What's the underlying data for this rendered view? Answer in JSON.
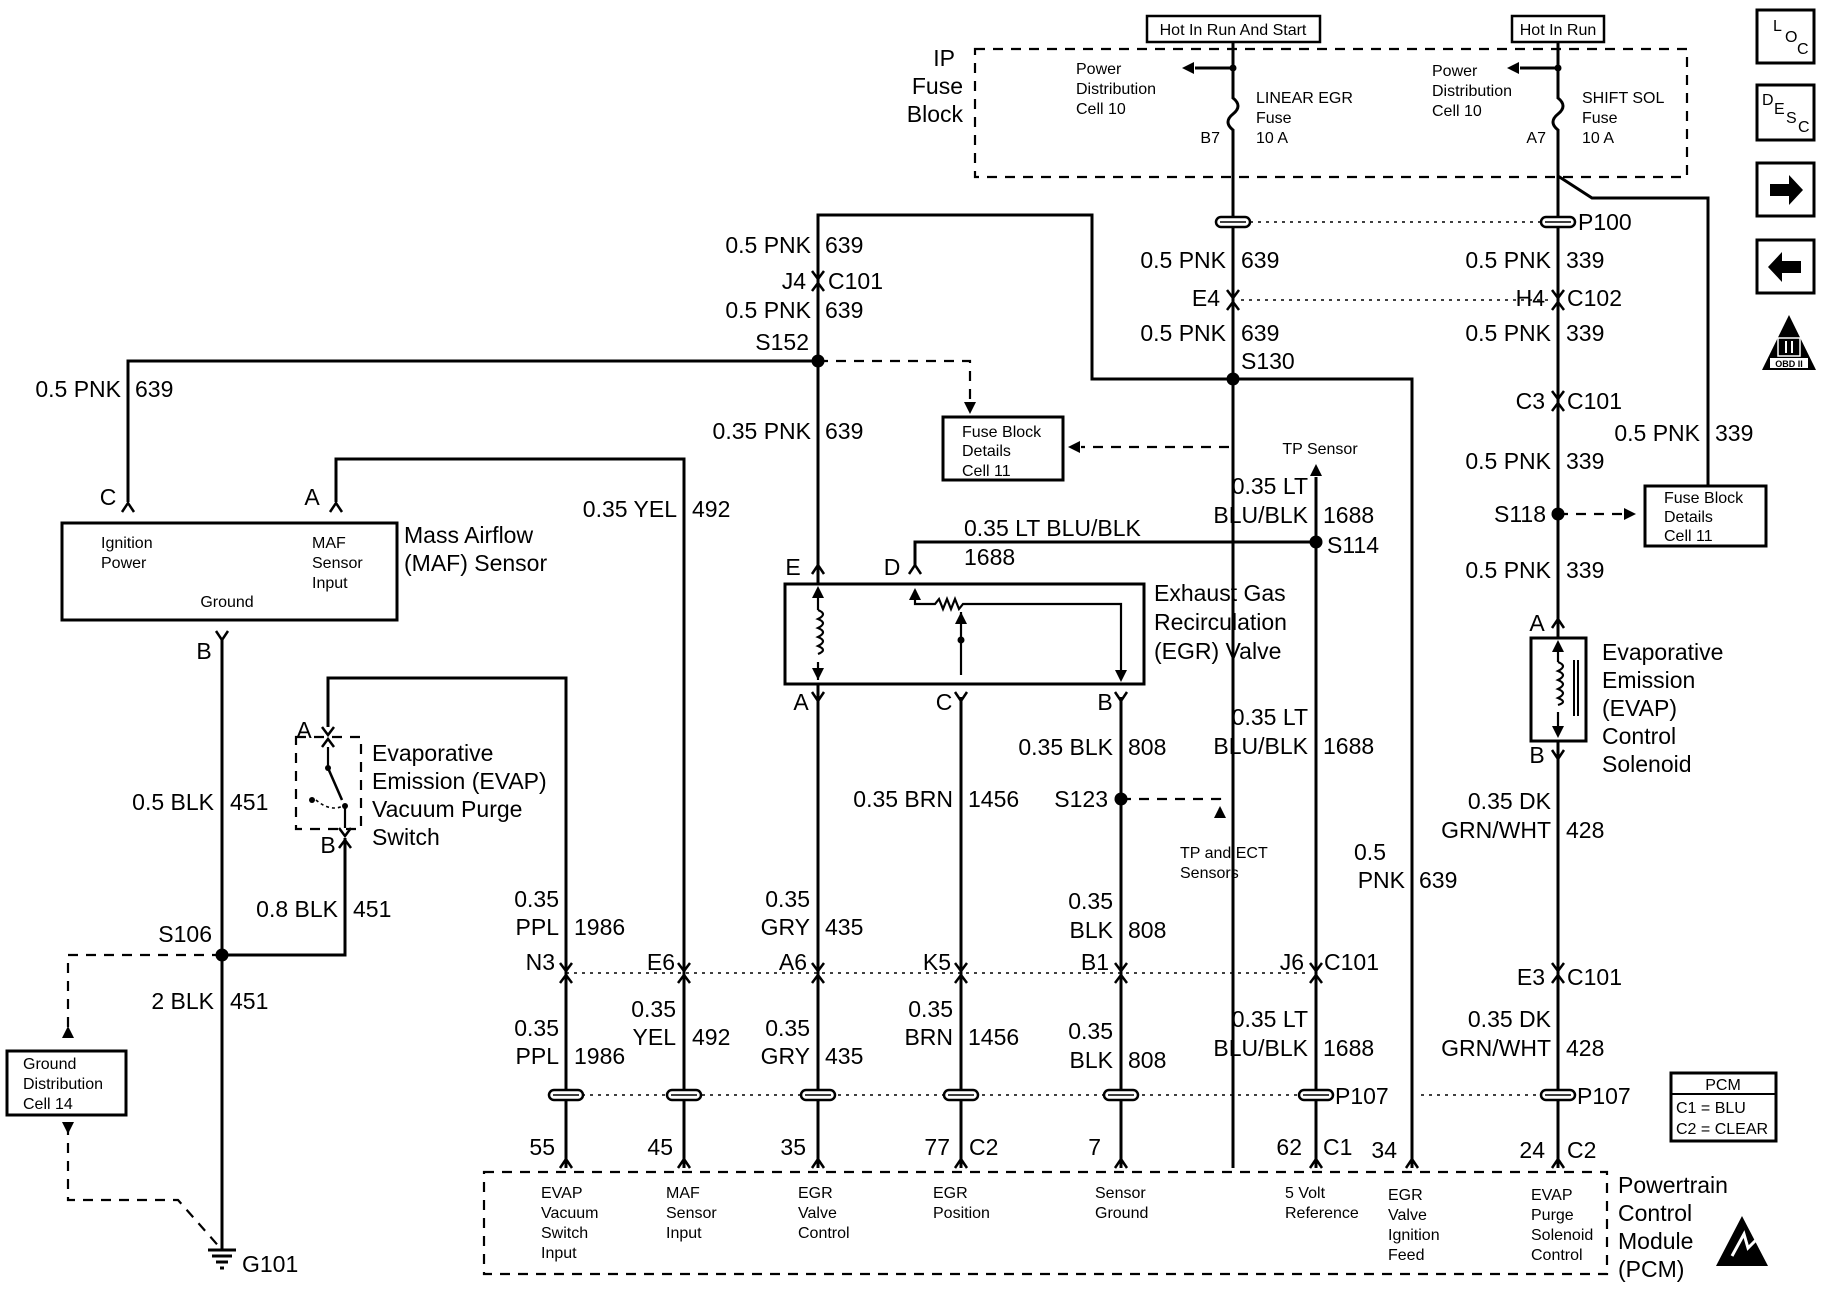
{
  "fuse_block": {
    "title": [
      "IP",
      "Fuse",
      "Block"
    ],
    "hot_run_start": "Hot In Run And Start",
    "hot_run": "Hot In Run",
    "pwr_dist_left": [
      "Power",
      "Distribution",
      "Cell 10"
    ],
    "pwr_dist_right": [
      "Power",
      "Distribution",
      "Cell 10"
    ],
    "fuse_left": [
      "LINEAR EGR",
      "Fuse",
      "10 A"
    ],
    "fuse_right": [
      "SHIFT SOL",
      "Fuse",
      "10 A"
    ],
    "pin_left": "B7",
    "pin_right": "A7"
  },
  "side_icons": {
    "loc": [
      "L",
      "O",
      "C"
    ],
    "desc": [
      "D",
      "E",
      "S",
      "C"
    ],
    "obd": "OBD II"
  },
  "wire_labels": {
    "p100": "P100",
    "w639_top_mid": [
      "0.5 PNK",
      "639"
    ],
    "w339_top": [
      "0.5 PNK",
      "339"
    ],
    "e4": "E4",
    "h4": "H4",
    "c102": "C102",
    "w639_mid": [
      "0.5 PNK",
      "639"
    ],
    "w339_mid": [
      "0.5 PNK",
      "339"
    ],
    "s130": "S130",
    "w639_left_top": [
      "0.5 PNK",
      "639"
    ],
    "j4": "J4",
    "c101_a": "C101",
    "w639_left_2": [
      "0.5 PNK",
      "639"
    ],
    "s152": "S152",
    "w639_far_left": [
      "0.5 PNK",
      "639"
    ],
    "w639_035": [
      "0.35 PNK",
      "639"
    ],
    "c3": "C3",
    "c101_b": "C101",
    "w339_right_high": [
      "0.5 PNK",
      "339"
    ],
    "w339_right": [
      "0.5 PNK",
      "339"
    ],
    "s118": "S118",
    "w339_lower": [
      "0.5 PNK",
      "339"
    ],
    "tp_sensor": "TP Sensor",
    "lt_blu_top": [
      "0.35 LT",
      "BLU/BLK",
      "1688"
    ],
    "s114": "S114",
    "lt_blu_d": [
      "0.35 LT BLU/BLK",
      "1688"
    ],
    "yel_492": [
      "0.35 YEL",
      "492"
    ],
    "blk_808": [
      "0.35 BLK",
      "808"
    ],
    "lt_blu_mid": [
      "0.35 LT",
      "BLU/BLK",
      "1688"
    ],
    "brn_1456": [
      "0.35 BRN",
      "1456"
    ],
    "s123": "S123",
    "tp_ect": [
      "TP and ECT",
      "Sensors"
    ],
    "pnk_639_low": [
      "0.5",
      "PNK",
      "639"
    ],
    "dk_grn_1": [
      "0.35 DK",
      "GRN/WHT",
      "428"
    ],
    "blk_451_a": [
      "0.5 BLK",
      "451"
    ],
    "blk_451_b": [
      "0.8 BLK",
      "451"
    ],
    "s106": "S106",
    "blk_451_c": [
      "2 BLK",
      "451"
    ],
    "ppl_1986_a": [
      "0.35",
      "PPL",
      "1986"
    ],
    "gry_435_a": [
      "0.35",
      "GRY",
      "435"
    ],
    "blk_808_b": [
      "0.35",
      "BLK",
      "808"
    ],
    "n3": "N3",
    "e6": "E6",
    "a6": "A6",
    "k5": "K5",
    "b1": "B1",
    "j6": "J6",
    "c101_c": "C101",
    "e3": "E3",
    "c101_d": "C101",
    "ppl_1986_b": [
      "0.35",
      "PPL",
      "1986"
    ],
    "yel_492_b": [
      "0.35",
      "YEL",
      "492"
    ],
    "gry_435_b": [
      "0.35",
      "GRY",
      "435"
    ],
    "brn_1456_b": [
      "0.35",
      "BRN",
      "1456"
    ],
    "blk_808_c": [
      "0.35",
      "BLK",
      "808"
    ],
    "lt_blu_low": [
      "0.35 LT",
      "BLU/BLK",
      "1688"
    ],
    "dk_grn_2": [
      "0.35 DK",
      "GRN/WHT",
      "428"
    ],
    "p107_a": "P107",
    "p107_b": "P107",
    "g101": "G101"
  },
  "fuse_details": {
    "left": [
      "Fuse Block",
      "Details",
      "Cell 11"
    ],
    "right": [
      "Fuse Block",
      "Details",
      "Cell 11"
    ]
  },
  "maf": {
    "title": [
      "Mass Airflow",
      "(MAF) Sensor"
    ],
    "pin_c": "C",
    "pin_a": "A",
    "pin_b": "B",
    "ign": [
      "Ignition",
      "Power"
    ],
    "input": [
      "MAF",
      "Sensor",
      "Input"
    ],
    "ground": "Ground"
  },
  "egr": {
    "title": [
      "Exhaust Gas",
      "Recirculation",
      "(EGR) Valve"
    ],
    "pin_e": "E",
    "pin_d": "D",
    "pin_a": "A",
    "pin_c": "C",
    "pin_b": "B"
  },
  "evap_solenoid": {
    "title": [
      "Evaporative",
      "Emission",
      "(EVAP)",
      "Control",
      "Solenoid"
    ],
    "pin_a": "A",
    "pin_b": "B"
  },
  "evap_switch": {
    "title": [
      "Evaporative",
      "Emission (EVAP)",
      "Vacuum Purge",
      "Switch"
    ],
    "pin_a": "A",
    "pin_b": "B"
  },
  "ground_dist": [
    "Ground",
    "Distribution",
    "Cell 14"
  ],
  "pcm": {
    "title": [
      "Powertrain",
      "Control",
      "Module",
      "(PCM)"
    ],
    "legend_title": "PCM",
    "legend": [
      "C1 = BLU",
      "C2 = CLEAR"
    ],
    "pins": [
      "55",
      "45",
      "35",
      "77",
      "C2",
      "7",
      "62",
      "C1",
      "34",
      "24",
      "C2"
    ],
    "functions": {
      "evap_vac": [
        "EVAP",
        "Vacuum",
        "Switch",
        "Input"
      ],
      "maf_in": [
        "MAF",
        "Sensor",
        "Input"
      ],
      "egr_ctrl": [
        "EGR",
        "Valve",
        "Control"
      ],
      "egr_pos": [
        "EGR",
        "Position"
      ],
      "sens_gnd": [
        "Sensor",
        "Ground"
      ],
      "ref5": [
        "5 Volt",
        "Reference"
      ],
      "egr_ign": [
        "EGR",
        "Valve",
        "Ignition",
        "Feed"
      ],
      "evap_purge": [
        "EVAP",
        "Purge",
        "Solenoid",
        "Control"
      ]
    }
  }
}
